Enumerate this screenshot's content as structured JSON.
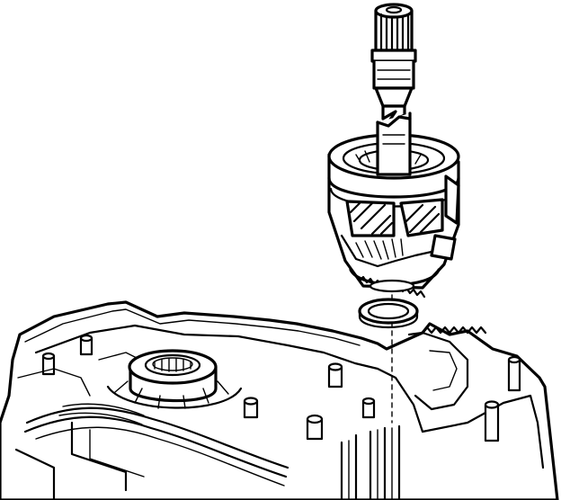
{
  "diagram": {
    "kind": "exploded line illustration",
    "parts": [
      "input-shaft",
      "gear-carrier-assembly",
      "thrust-washer",
      "transmission-case-housing"
    ],
    "install_direction": "down",
    "colors": {
      "line": "#000000",
      "background": "#ffffff"
    }
  }
}
